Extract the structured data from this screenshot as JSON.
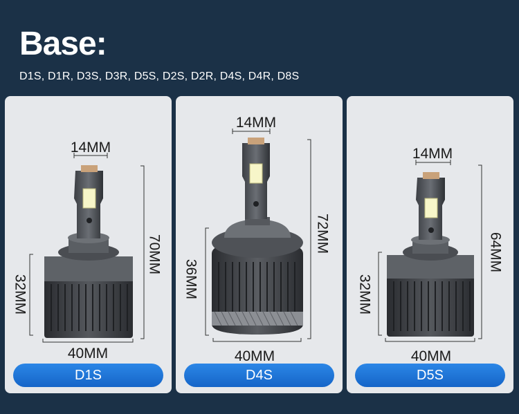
{
  "title": "Base:",
  "subtitle": "D1S, D1R, D3S, D3R, D5S, D2S, D2R, D4S, D4R, D8S",
  "products": [
    {
      "model": "D1S",
      "top_width": "14MM",
      "height": "70MM",
      "base_height": "32MM",
      "base_width": "40MM"
    },
    {
      "model": "D4S",
      "top_width": "14MM",
      "height": "72MM",
      "base_height": "36MM",
      "base_width": "40MM"
    },
    {
      "model": "D5S",
      "top_width": "14MM",
      "height": "64MM",
      "base_height": "32MM",
      "base_width": "40MM"
    }
  ],
  "colors": {
    "background": "#1b3147",
    "card": "#e6e8eb",
    "button": "#1a74d6"
  }
}
